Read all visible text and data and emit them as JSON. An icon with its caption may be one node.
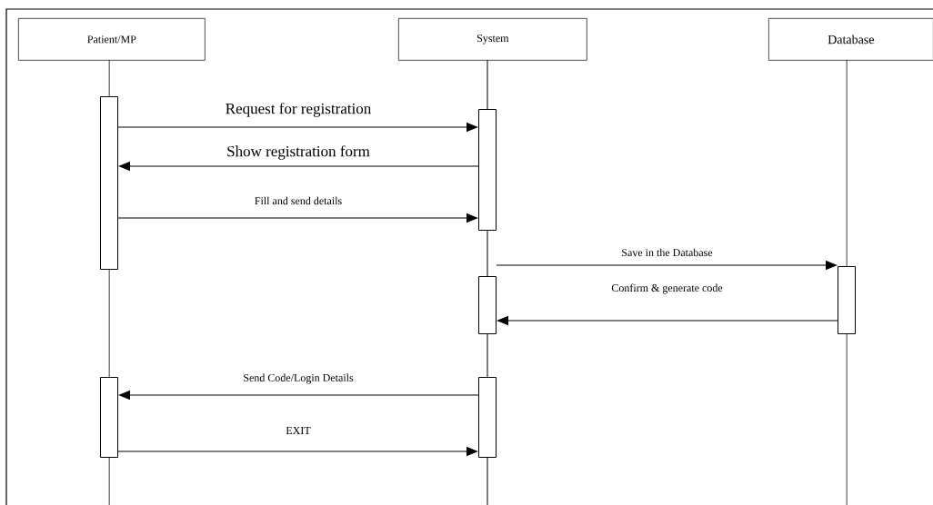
{
  "diagram": {
    "nodes": [
      {
        "text": [
          "Patient/MP"
        ]
      },
      {
        "text": [
          "System"
        ]
      },
      {
        "text": [
          "Database"
        ]
      },
      {
        "text": [],
        "shape": "bar"
      },
      {
        "text": [],
        "shape": "bar"
      },
      {
        "text": [],
        "shape": "bar"
      },
      {
        "text": [],
        "shape": "bar"
      },
      {
        "text": [],
        "shape": "bar"
      },
      {
        "text": [],
        "shape": "bar"
      }
    ],
    "edges": [
      {
        "from": 3,
        "to": 4,
        "arrow": "to",
        "label": "Request for registration"
      },
      {
        "from": 4,
        "to": 3,
        "arrow": "to",
        "label": "Show registration form"
      },
      {
        "from": 3,
        "to": 4,
        "arrow": "to",
        "label": "Fill and send details"
      },
      {
        "from": 5,
        "to": 6,
        "arrow": "to",
        "label": "Save in the Database"
      },
      {
        "from": 6,
        "to": 5,
        "arrow": "to",
        "label": "Confirm & generate code"
      },
      {
        "from": 8,
        "to": 7,
        "arrow": "to",
        "label": "Send Code/Login Details"
      },
      {
        "from": 7,
        "to": 8,
        "arrow": "to",
        "label": "EXIT"
      }
    ]
  }
}
